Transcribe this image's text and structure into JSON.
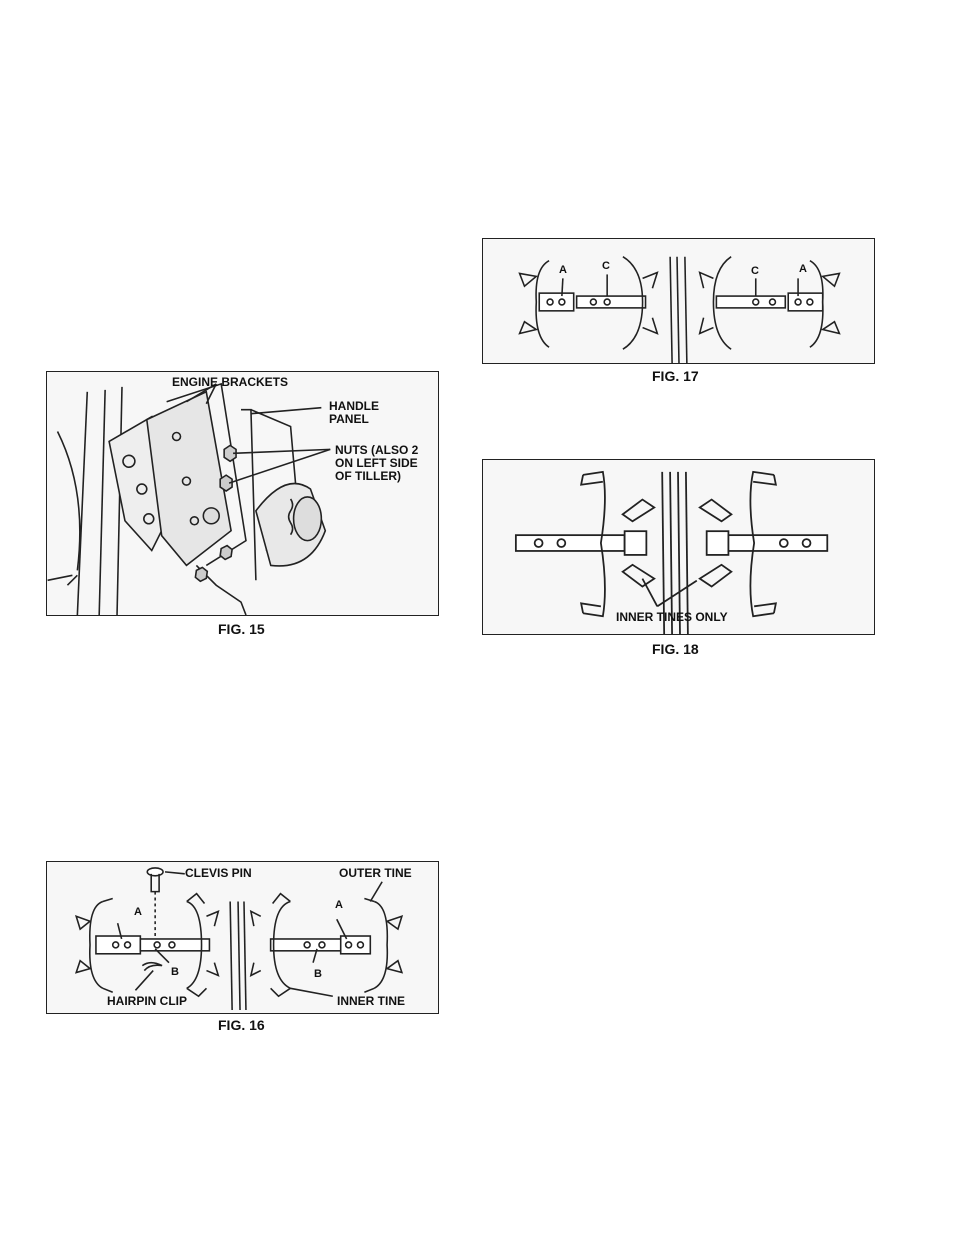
{
  "fig15": {
    "caption": "FIG. 15",
    "labels": {
      "engine_brackets": "ENGINE BRACKETS",
      "handle_panel": "HANDLE\nPANEL",
      "nuts": "NUTS (ALSO 2\nON LEFT SIDE\nOF TILLER)"
    }
  },
  "fig16": {
    "caption": "FIG. 16",
    "labels": {
      "clevis_pin": "CLEVIS PIN",
      "outer_tine": "OUTER TINE",
      "hairpin_clip": "HAIRPIN CLIP",
      "inner_tine": "INNER TINE",
      "a_left": "A",
      "a_right": "A",
      "b_left": "B",
      "b_right": "B"
    }
  },
  "fig17": {
    "caption": "FIG. 17",
    "labels": {
      "a_left": "A",
      "c_left": "C",
      "c_right": "C",
      "a_right": "A"
    }
  },
  "fig18": {
    "caption": "FIG. 18",
    "labels": {
      "inner_tines_only": "INNER TINES ONLY"
    }
  }
}
